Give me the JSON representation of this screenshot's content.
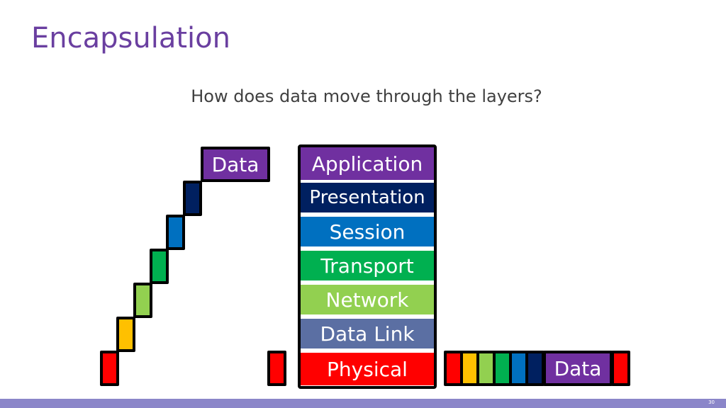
{
  "slide": {
    "title": "Encapsulation",
    "subtitle": "How does data move through the layers?",
    "page_number": "30"
  },
  "data_label": "Data",
  "layers": [
    {
      "name": "Application",
      "color": "#7030a0"
    },
    {
      "name": "Presentation",
      "color": "#002060"
    },
    {
      "name": "Session",
      "color": "#0070c0"
    },
    {
      "name": "Transport",
      "color": "#00b050"
    },
    {
      "name": "Network",
      "color": "#92d050"
    },
    {
      "name": "Data Link",
      "color": "#5b6fa3"
    },
    {
      "name": "Physical",
      "color": "#ff0000"
    }
  ],
  "header_colors": {
    "presentation": "#002060",
    "session": "#0070c0",
    "transport": "#00b050",
    "network": "#92d050",
    "data_link": "#ffc000",
    "physical": "#ff0000",
    "data": "#7030a0"
  },
  "colors": {
    "title": "#6a3fa0",
    "subtitle": "#404040",
    "footer_bar": "#8b86c9"
  }
}
